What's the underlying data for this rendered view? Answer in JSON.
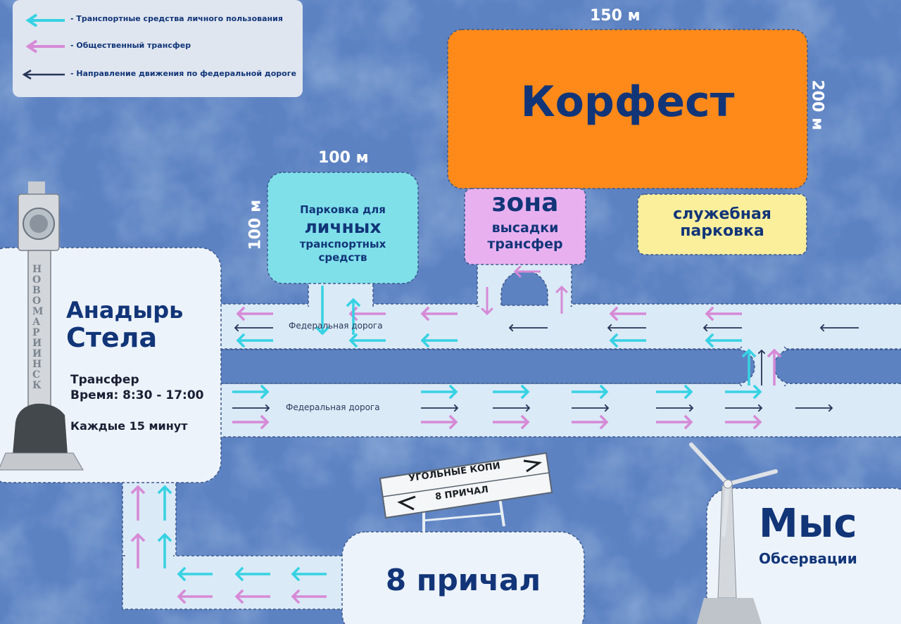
{
  "legend": {
    "items": [
      {
        "label": "- Транспортные средства личного пользования",
        "color": "#36d2e3"
      },
      {
        "label": "- Общественный трансфер",
        "color": "#d68ad6"
      },
      {
        "label": "- Направление движения по федеральной дороге",
        "color": "#263457"
      }
    ]
  },
  "korfest": {
    "name": "Корфест",
    "width_label": "150 м",
    "height_label": "200 м",
    "color": "#ff8a1a"
  },
  "parking_personal": {
    "line1": "Парковка для",
    "line2": "личных",
    "line3": "транспортных",
    "line4": "средств",
    "width_label": "100 м",
    "height_label": "100 м",
    "color": "#7fe0ea"
  },
  "dropoff": {
    "line1": "зона",
    "line2": "высадки",
    "line3": "трансфер",
    "color": "#e9b0f0"
  },
  "service_parking": {
    "line1": "служебная",
    "line2": "парковка",
    "color": "#fbef9c"
  },
  "roads": {
    "upper_label": "Федеральная дорога",
    "lower_label": "Федеральная дорога"
  },
  "anadyr": {
    "title1": "Анадырь",
    "title2": "Стела",
    "transfer": "Трансфер",
    "time": "Время: 8:30 - 17:00",
    "frequency": "Каждые 15 минут",
    "stele_text": "НОВОМАРИИНСК"
  },
  "pier": {
    "name": "8 причал"
  },
  "sign": {
    "line1": "УГОЛЬНЫЕ КОПИ",
    "line2": "8 ПРИЧАЛ"
  },
  "cape": {
    "name": "Мыс",
    "sub": "Обсервации"
  },
  "colors": {
    "text": "#123578",
    "road": "#dbeaf7",
    "background": "#5d82c2"
  }
}
